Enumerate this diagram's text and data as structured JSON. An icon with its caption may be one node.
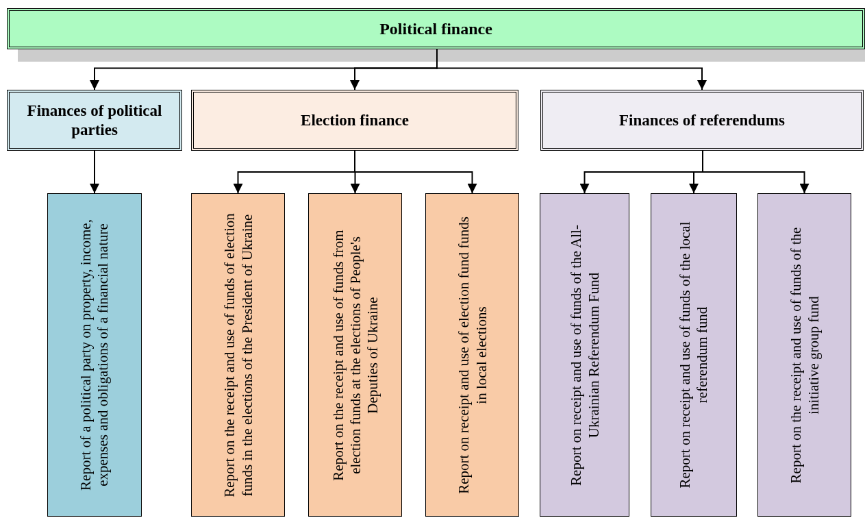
{
  "diagram": {
    "nodes": [
      {
        "text": [
          "Political finance"
        ]
      },
      {
        "text": [
          "Finances of political parties"
        ]
      },
      {
        "text": [
          "Election finance"
        ]
      },
      {
        "text": [
          "Finances of referendums"
        ]
      },
      {
        "text": [
          "Report of a political party on property, income, expenses and obligations of a financial nature"
        ]
      },
      {
        "text": [
          "Report on the receipt and use of funds of election funds in the elections of the President of Ukraine"
        ]
      },
      {
        "text": [
          "Report on the receipt and use of funds from election funds at the elections of People's Deputies of Ukraine"
        ]
      },
      {
        "text": [
          "Report on receipt and use of election fund funds in local elections"
        ]
      },
      {
        "text": [
          "Report on receipt and use of funds of the All-Ukrainian Referendum Fund"
        ]
      },
      {
        "text": [
          "Report on receipt and use of funds of the local referendum fund"
        ]
      },
      {
        "text": [
          "Report on the receipt and use of funds of the initiative group fund"
        ]
      }
    ],
    "edges": [
      {
        "from": 0,
        "to": 1,
        "arrow": "to"
      },
      {
        "from": 0,
        "to": 2,
        "arrow": "to"
      },
      {
        "from": 0,
        "to": 3,
        "arrow": "to"
      },
      {
        "from": 1,
        "to": 4,
        "arrow": "to"
      },
      {
        "from": 2,
        "to": 5,
        "arrow": "to"
      },
      {
        "from": 2,
        "to": 6,
        "arrow": "to"
      },
      {
        "from": 2,
        "to": 7,
        "arrow": "to"
      },
      {
        "from": 3,
        "to": 8,
        "arrow": "to"
      },
      {
        "from": 3,
        "to": 9,
        "arrow": "to"
      },
      {
        "from": 3,
        "to": 10,
        "arrow": "to"
      }
    ]
  }
}
